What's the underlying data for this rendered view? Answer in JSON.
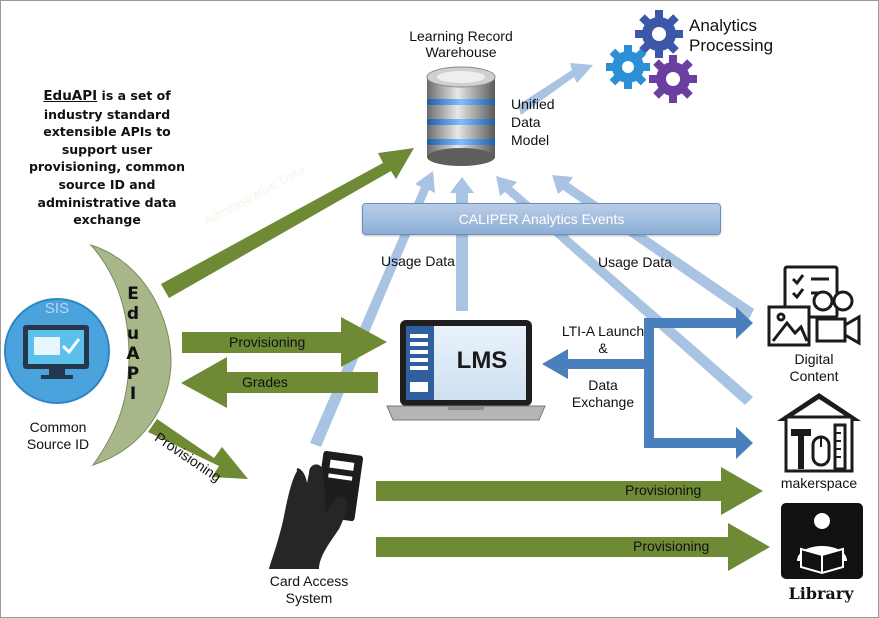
{
  "intro": {
    "keyword": "EduAPI",
    "text": " is a set of industry standard extensible APIs to support user provisioning, common source ID and administrative data exchange"
  },
  "nodes": {
    "warehouse": "Learning Record Warehouse",
    "analytics": "Analytics Processing",
    "udm": "Unified Data Model",
    "sis_badge": "SIS",
    "source": "Common Source ID",
    "eduapi_letters": [
      "E",
      "d",
      "u",
      "A",
      "P",
      "I"
    ],
    "lms": "LMS",
    "card": "Card Access System",
    "digital": "Digital Content",
    "makerspace": "makerspace",
    "library": "Library",
    "lti": "LTI-A Launch &",
    "exchange": "Data Exchange"
  },
  "flows": {
    "admin": "Administrative Data",
    "caliper": "CALIPER Analytics Events",
    "usage_left": "Usage Data",
    "usage_right": "Usage Data",
    "prov_lms": "Provisioning",
    "grades": "Grades",
    "prov_card": "Provisioning",
    "prov_maker": "Provisioning",
    "prov_library": "Provisioning"
  },
  "colors": {
    "green_arrow": "#6e8a35",
    "light_blue_arrow": "#a9c3e3",
    "blue_arrow": "#4a7fbd",
    "eduapi_fill": "#a8b78a",
    "sis_circle": "#4aa3dc"
  }
}
